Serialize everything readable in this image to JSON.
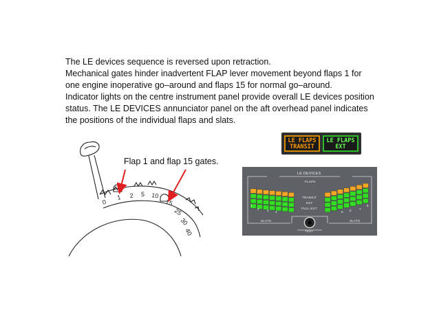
{
  "body_text": [
    "The LE devices sequence is reversed upon retraction.",
    "Mechanical gates hinder inadvertent FLAP lever movement beyond flaps 1 for",
    "one engine inoperative go–around and flaps 15 for normal go–around.",
    "Indicator lights on the centre instrument panel provide overall LE devices position",
    "status. The LE DEVICES annunciator panel on the aft overhead panel indicates",
    "the positions of the individual flaps and slats."
  ],
  "callout": "Flap 1 and flap 15 gates.",
  "scale_labels": [
    "0",
    "1",
    "2",
    "5",
    "10",
    "15",
    "25",
    "30",
    "40"
  ],
  "indicator_lights": {
    "transit": [
      "LE FLAPS",
      "TRANSIT"
    ],
    "ext": [
      "LE FLAPS",
      "EXT"
    ]
  },
  "panel": {
    "title": "LE DEVICES",
    "flaps_label": "FLAPS",
    "slats_left": "SLATS",
    "slats_right": "SLATS",
    "transit": "TRANSIT",
    "ext": "EXT",
    "full_ext": "FULL EXT",
    "test": "TEST",
    "left_numbers": [
      "1",
      "2",
      "3",
      "4"
    ],
    "right_numbers": [
      "5",
      "6",
      "7",
      "8"
    ]
  },
  "colors": {
    "amber": "#ff9900",
    "green": "#66ff55",
    "segment_orange": "#f5a623",
    "segment_green": "#33dd22",
    "arrow": "#e02020"
  }
}
